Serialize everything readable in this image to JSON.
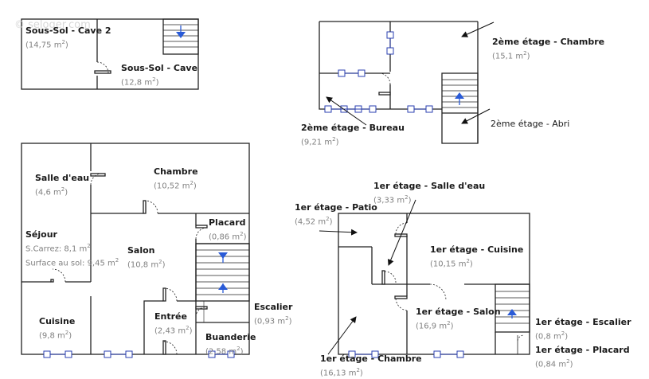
{
  "watermark": "© seloger.com",
  "rooms": [
    {
      "id": "cave2",
      "name": "Sous-Sol - Cave 2",
      "area": "(14,75 m",
      "sup": "2",
      ")": ")"
    },
    {
      "id": "cave",
      "name": "Sous-Sol - Cave",
      "area": "(12,8 m",
      "sup": "2"
    },
    {
      "id": "chambre2",
      "name": "2ème étage - Chambre",
      "area": "(15,1 m",
      "sup": "2"
    },
    {
      "id": "bureau",
      "name": "2ème étage - Bureau",
      "area": "(9,21 m",
      "sup": "2"
    },
    {
      "id": "abri",
      "name": "2ème étage - Abri",
      "area": "",
      "sup": ""
    },
    {
      "id": "salle_eau",
      "name": "Salle d'eau",
      "area": "(4,6 m",
      "sup": "2"
    },
    {
      "id": "chambre",
      "name": "Chambre",
      "area": "(10,52 m",
      "sup": "2"
    },
    {
      "id": "sejour",
      "name": "Séjour",
      "area": "",
      "sup": ""
    },
    {
      "id": "salon",
      "name": "Salon",
      "area": "(10,8 m",
      "sup": "2"
    },
    {
      "id": "placard",
      "name": "Placard",
      "area": "(0,86 m",
      "sup": "2"
    },
    {
      "id": "escalier",
      "name": "Escalier",
      "area": "(0,93 m",
      "sup": "2"
    },
    {
      "id": "cuisine",
      "name": "Cuisine",
      "area": "(9,8 m",
      "sup": "2"
    },
    {
      "id": "entree",
      "name": "Entrée",
      "area": "(2,43 m",
      "sup": "2"
    },
    {
      "id": "buanderie",
      "name": "Buanderie",
      "area": "(2,58 m",
      "sup": "2"
    },
    {
      "id": "salle_eau1",
      "name": "1er étage - Salle d'eau",
      "area": "(3,33 m",
      "sup": "2"
    },
    {
      "id": "patio",
      "name": "1er étage - Patio",
      "area": "(4,52 m",
      "sup": "2"
    },
    {
      "id": "cuisine1",
      "name": "1er étage - Cuisine",
      "area": "(10,15 m",
      "sup": "2"
    },
    {
      "id": "salon1",
      "name": "1er étage - Salon",
      "area": "(16,9 m",
      "sup": "2"
    },
    {
      "id": "escalier1",
      "name": "1er étage - Escalier",
      "area": "(0,8 m",
      "sup": "2"
    },
    {
      "id": "placard1",
      "name": "1er étage - Placard",
      "area": "(0,84 m",
      "sup": "2"
    },
    {
      "id": "chambre1",
      "name": "1er étage - Chambre",
      "area": "(16,13 m",
      "sup": "2"
    }
  ],
  "sejour_details": {
    "carrez": "S.Carrez: 8,1 m",
    "carrez_sup": "2",
    "sol": "Surface au sol: 9,45 m",
    "sol_sup": "2"
  },
  "close_paren": ")"
}
